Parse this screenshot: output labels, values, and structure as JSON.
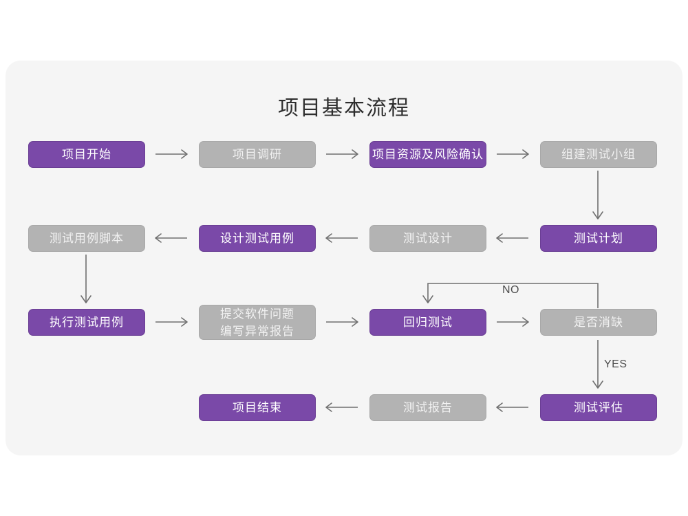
{
  "page": {
    "background": "#ffffff",
    "card_background": "#f5f5f5"
  },
  "title": "项目基本流程",
  "colors": {
    "purple": "#7a49a8",
    "purple_border": "#6a3e94",
    "gray": "#b3b3b3",
    "gray_border": "#a8a8a8",
    "connector": "#6f6f6f",
    "title_text": "#2e2e2e"
  },
  "chart_data": {
    "type": "diagram",
    "title": "项目基本流程",
    "nodes": [
      {
        "id": "n1",
        "label": "项目开始",
        "style": "purple",
        "row": 1,
        "col": 1
      },
      {
        "id": "n2",
        "label": "项目调研",
        "style": "gray",
        "row": 1,
        "col": 2
      },
      {
        "id": "n3",
        "label": "项目资源及风险确认",
        "style": "purple",
        "row": 1,
        "col": 3
      },
      {
        "id": "n4",
        "label": "组建测试小组",
        "style": "gray",
        "row": 1,
        "col": 4
      },
      {
        "id": "n5",
        "label": "测试用例脚本",
        "style": "gray",
        "row": 2,
        "col": 1
      },
      {
        "id": "n6",
        "label": "设计测试用例",
        "style": "purple",
        "row": 2,
        "col": 2
      },
      {
        "id": "n7",
        "label": "测试设计",
        "style": "gray",
        "row": 2,
        "col": 3
      },
      {
        "id": "n8",
        "label": "测试计划",
        "style": "purple",
        "row": 2,
        "col": 4
      },
      {
        "id": "n9",
        "label": "执行测试用例",
        "style": "purple",
        "row": 3,
        "col": 1
      },
      {
        "id": "n10",
        "label": "提交软件问题\n编写异常报告",
        "style": "gray",
        "row": 3,
        "col": 2
      },
      {
        "id": "n11",
        "label": "回归测试",
        "style": "purple",
        "row": 3,
        "col": 3
      },
      {
        "id": "n12",
        "label": "是否消缺",
        "style": "gray",
        "row": 3,
        "col": 4
      },
      {
        "id": "n13",
        "label": "项目结束",
        "style": "purple",
        "row": 4,
        "col": 2
      },
      {
        "id": "n14",
        "label": "测试报告",
        "style": "gray",
        "row": 4,
        "col": 3
      },
      {
        "id": "n15",
        "label": "测试评估",
        "style": "purple",
        "row": 4,
        "col": 4
      }
    ],
    "edges": [
      {
        "from": "n1",
        "to": "n2",
        "label": "",
        "direction": "right"
      },
      {
        "from": "n2",
        "to": "n3",
        "label": "",
        "direction": "right"
      },
      {
        "from": "n3",
        "to": "n4",
        "label": "",
        "direction": "right"
      },
      {
        "from": "n4",
        "to": "n8",
        "label": "",
        "direction": "down"
      },
      {
        "from": "n8",
        "to": "n7",
        "label": "",
        "direction": "left"
      },
      {
        "from": "n7",
        "to": "n6",
        "label": "",
        "direction": "left"
      },
      {
        "from": "n6",
        "to": "n5",
        "label": "",
        "direction": "left"
      },
      {
        "from": "n5",
        "to": "n9",
        "label": "",
        "direction": "down"
      },
      {
        "from": "n9",
        "to": "n10",
        "label": "",
        "direction": "right"
      },
      {
        "from": "n10",
        "to": "n11",
        "label": "",
        "direction": "right"
      },
      {
        "from": "n11",
        "to": "n12",
        "label": "",
        "direction": "right"
      },
      {
        "from": "n12",
        "to": "n11",
        "label": "NO",
        "direction": "loop-up-left"
      },
      {
        "from": "n12",
        "to": "n15",
        "label": "YES",
        "direction": "down"
      },
      {
        "from": "n15",
        "to": "n14",
        "label": "",
        "direction": "left"
      },
      {
        "from": "n14",
        "to": "n13",
        "label": "",
        "direction": "left"
      }
    ],
    "edge_labels": [
      "NO",
      "YES"
    ]
  }
}
